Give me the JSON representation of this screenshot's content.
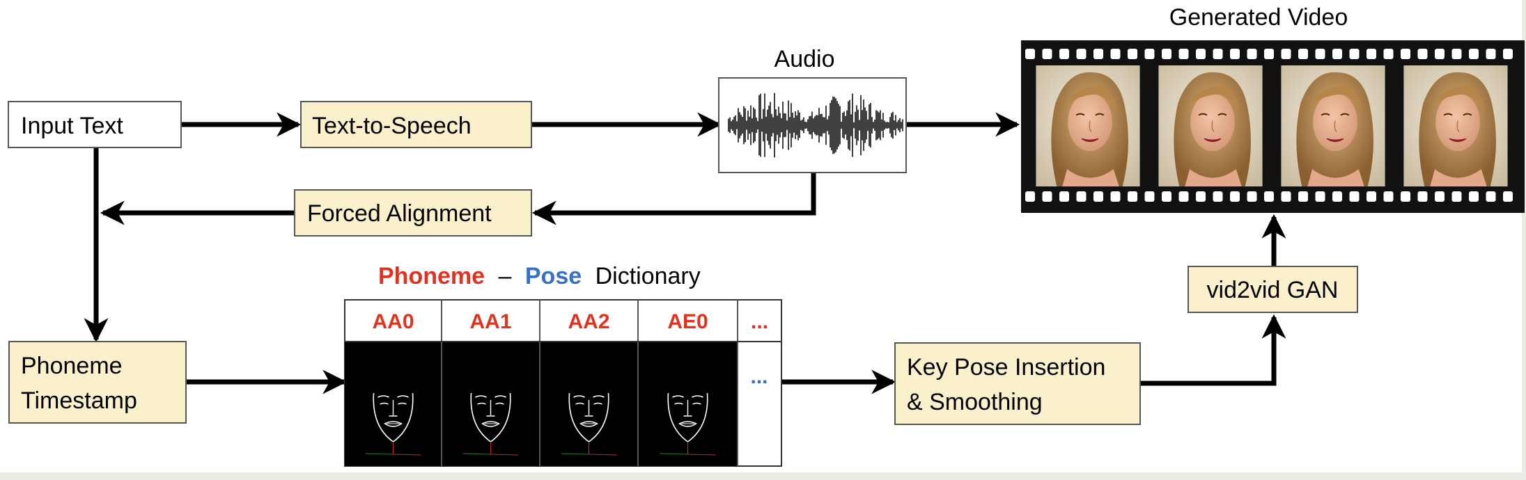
{
  "diagram": {
    "nodes": {
      "input_text": "Input Text",
      "tts": "Text-to-Speech",
      "forced_alignment": "Forced Alignment",
      "phoneme_timestamp_line1": "Phoneme",
      "phoneme_timestamp_line2": "Timestamp",
      "key_pose_line1": "Key Pose Insertion",
      "key_pose_line2": "& Smoothing",
      "vid2vid": "vid2vid GAN"
    },
    "audio_label": "Audio",
    "generated_video_label": "Generated Video",
    "dictionary": {
      "title_part1": "Phoneme",
      "title_dash": "–",
      "title_part2": "Pose",
      "title_part3": "Dictionary",
      "columns": [
        "AA0",
        "AA1",
        "AA2",
        "AE0",
        "..."
      ],
      "continuation": "..."
    },
    "colors": {
      "node_fill": "#faf1cc",
      "phoneme_red": "#e0331f",
      "pose_blue": "#3a6fc4",
      "film_black": "#111111"
    }
  }
}
